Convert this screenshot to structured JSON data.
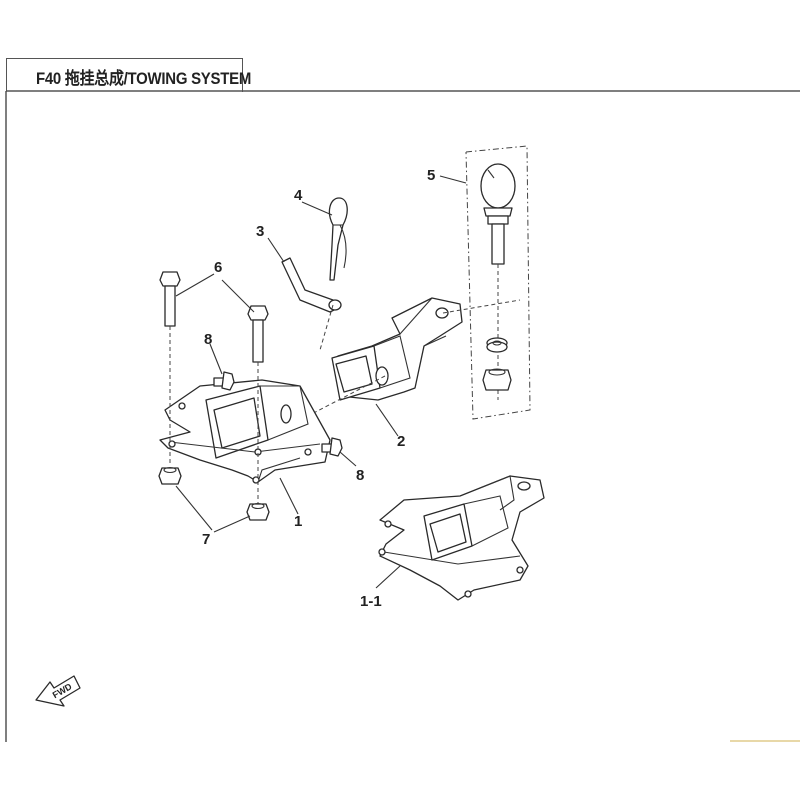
{
  "title": "F40 拖挂总成/TOWING SYSTEM",
  "callouts": {
    "c1": "1",
    "c1_1": "1-1",
    "c2": "2",
    "c3": "3",
    "c4": "4",
    "c5": "5",
    "c6": "6",
    "c7": "7",
    "c8a": "8",
    "c8b": "8"
  },
  "fwd_label": "FWD"
}
